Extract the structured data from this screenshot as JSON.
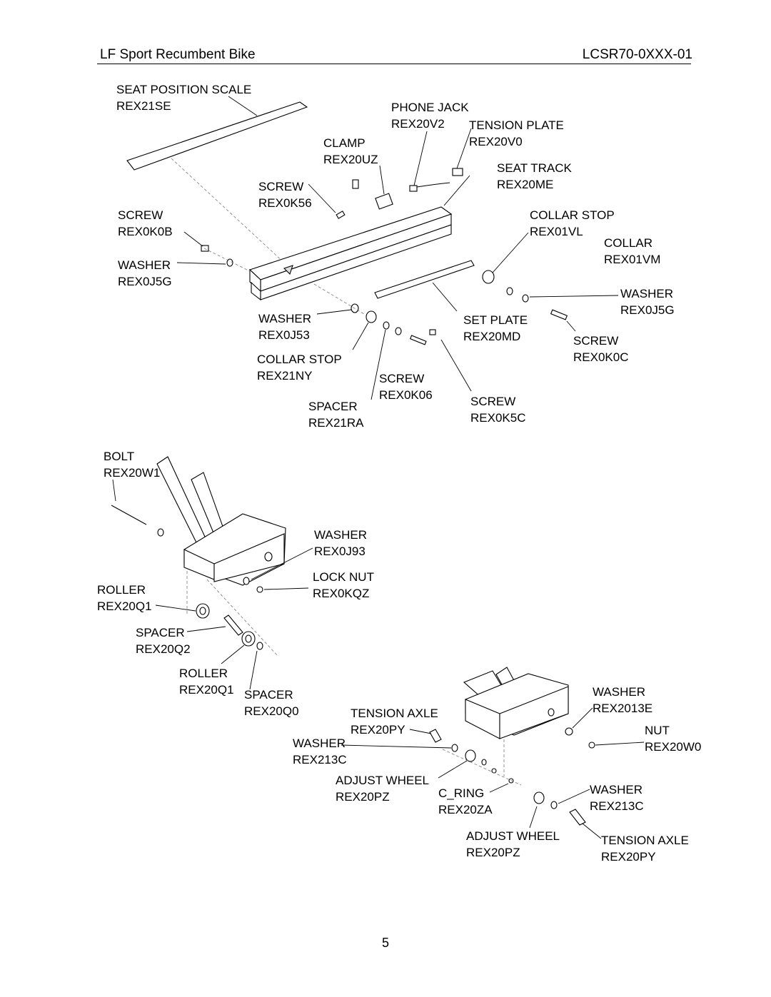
{
  "header": {
    "title": "LF Sport Recumbent Bike",
    "model": "LCSR70-0XXX-01"
  },
  "page_number": "5",
  "parts": {
    "seat_position_scale": {
      "name": "SEAT POSITION SCALE",
      "code": "REX21SE"
    },
    "phone_jack": {
      "name": "PHONE JACK",
      "code": "REX20V2"
    },
    "tension_plate": {
      "name": "TENSION PLATE",
      "code": "REX20V0"
    },
    "clamp": {
      "name": "CLAMP",
      "code": "REX20UZ"
    },
    "seat_track": {
      "name": "SEAT TRACK",
      "code": "REX20ME"
    },
    "screw_k56": {
      "name": "SCREW",
      "code": "REX0K56"
    },
    "screw_k0b": {
      "name": "SCREW",
      "code": "REX0K0B"
    },
    "collar_stop_vl": {
      "name": "COLLAR STOP",
      "code": "REX01VL"
    },
    "collar": {
      "name": "COLLAR",
      "code": "REX01VM"
    },
    "washer_j5g_left": {
      "name": "WASHER",
      "code": "REX0J5G"
    },
    "washer_j5g_right": {
      "name": "WASHER",
      "code": "REX0J5G"
    },
    "washer_j53": {
      "name": "WASHER",
      "code": "REX0J53"
    },
    "set_plate": {
      "name": "SET PLATE",
      "code": "REX20MD"
    },
    "screw_k0c": {
      "name": "SCREW",
      "code": "REX0K0C"
    },
    "collar_stop_ny": {
      "name": "COLLAR STOP",
      "code": "REX21NY"
    },
    "screw_k06": {
      "name": "SCREW",
      "code": "REX0K06"
    },
    "spacer_ra": {
      "name": "SPACER",
      "code": "REX21RA"
    },
    "screw_k5c": {
      "name": "SCREW",
      "code": "REX0K5C"
    },
    "bolt": {
      "name": "BOLT",
      "code": "REX20W1"
    },
    "washer_j93": {
      "name": "WASHER",
      "code": "REX0J93"
    },
    "lock_nut": {
      "name": "LOCK NUT",
      "code": "REX0KQZ"
    },
    "roller_upper": {
      "name": "ROLLER",
      "code": "REX20Q1"
    },
    "spacer_q2": {
      "name": "SPACER",
      "code": "REX20Q2"
    },
    "roller_lower": {
      "name": "ROLLER",
      "code": "REX20Q1"
    },
    "spacer_q0": {
      "name": "SPACER",
      "code": "REX20Q0"
    },
    "tension_axle_left": {
      "name": "TENSION AXLE",
      "code": "REX20PY"
    },
    "washer_213c_left": {
      "name": "WASHER",
      "code": "REX213C"
    },
    "adjust_wheel_left": {
      "name": "ADJUST WHEEL",
      "code": "REX20PZ"
    },
    "c_ring": {
      "name": "C_RING",
      "code": "REX20ZA"
    },
    "washer_2013e": {
      "name": "WASHER",
      "code": "REX2013E"
    },
    "nut": {
      "name": "NUT",
      "code": "REX20W0"
    },
    "washer_213c_right": {
      "name": "WASHER",
      "code": "REX213C"
    },
    "adjust_wheel_right": {
      "name": "ADJUST WHEEL",
      "code": "REX20PZ"
    },
    "tension_axle_right": {
      "name": "TENSION AXLE",
      "code": "REX20PY"
    }
  }
}
